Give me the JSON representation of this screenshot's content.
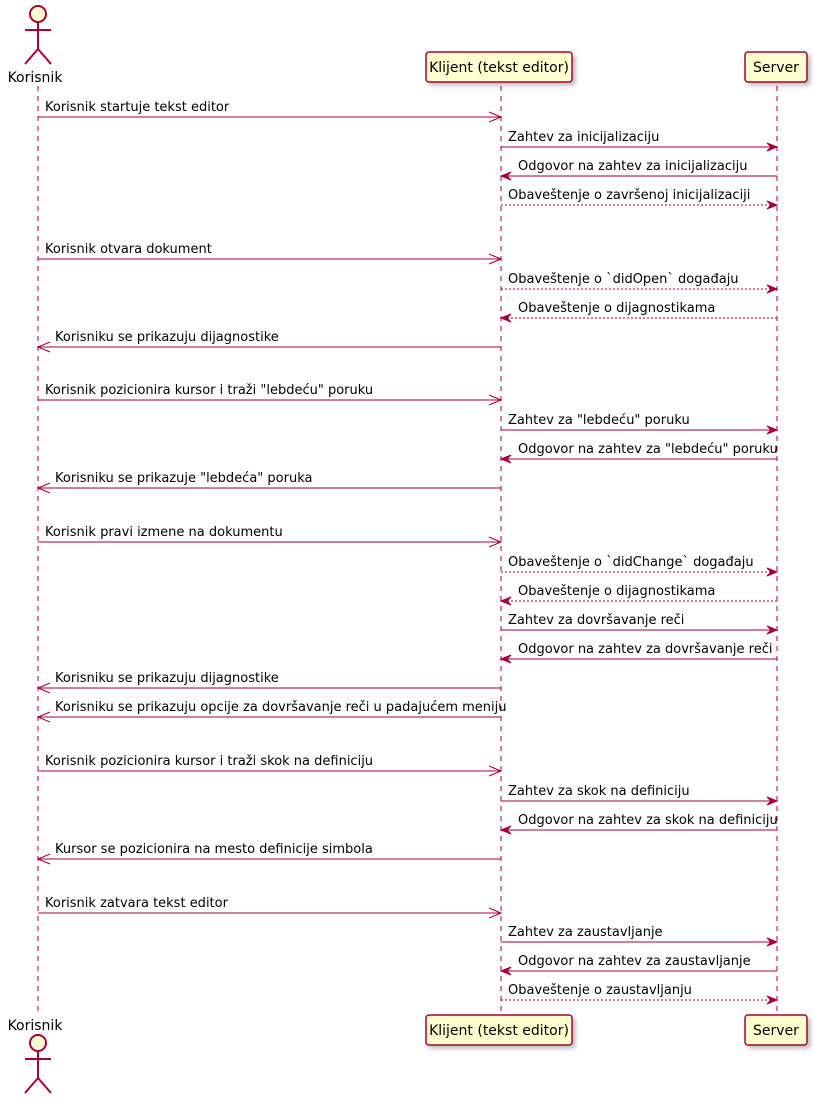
{
  "colors": {
    "line": "#A80036",
    "box_fill": "#FEFECE",
    "text": "#000000",
    "shadow": "#C8C8C8"
  },
  "participants": [
    {
      "id": "user",
      "name": "Korisnik",
      "type": "actor"
    },
    {
      "id": "client",
      "name": "Klijent (tekst editor)",
      "type": "participant"
    },
    {
      "id": "server",
      "name": "Server",
      "type": "participant"
    }
  ],
  "messages": [
    {
      "from": "user",
      "to": "client",
      "text": "Korisnik startuje tekst editor",
      "style": "open"
    },
    {
      "from": "client",
      "to": "server",
      "text": "Zahtev za inicijalizaciju",
      "style": "solid"
    },
    {
      "from": "server",
      "to": "client",
      "text": "Odgovor na zahtev za inicijalizaciju",
      "style": "solid"
    },
    {
      "from": "client",
      "to": "server",
      "text": "Obaveštenje o završenoj inicijalizaciji",
      "style": "dashed"
    },
    {
      "from": "user",
      "to": "client",
      "text": "Korisnik otvara dokument",
      "style": "open"
    },
    {
      "from": "client",
      "to": "server",
      "text": "Obaveštenje o `didOpen` događaju",
      "style": "dashed"
    },
    {
      "from": "server",
      "to": "client",
      "text": "Obaveštenje o dijagnostikama",
      "style": "dashed"
    },
    {
      "from": "client",
      "to": "user",
      "text": "Korisniku se prikazuju dijagnostike",
      "style": "open"
    },
    {
      "from": "user",
      "to": "client",
      "text": "Korisnik pozicionira kursor i traži \"lebdeću\" poruku",
      "style": "open"
    },
    {
      "from": "client",
      "to": "server",
      "text": "Zahtev za \"lebdeću\" poruku",
      "style": "solid"
    },
    {
      "from": "server",
      "to": "client",
      "text": "Odgovor na zahtev za \"lebdeću\" poruku",
      "style": "solid"
    },
    {
      "from": "client",
      "to": "user",
      "text": "Korisniku se prikazuje \"lebdeća\" poruka",
      "style": "open"
    },
    {
      "from": "user",
      "to": "client",
      "text": "Korisnik pravi izmene na dokumentu",
      "style": "open"
    },
    {
      "from": "client",
      "to": "server",
      "text": "Obaveštenje o `didChange` događaju",
      "style": "dashed"
    },
    {
      "from": "server",
      "to": "client",
      "text": "Obaveštenje o dijagnostikama",
      "style": "dashed"
    },
    {
      "from": "client",
      "to": "server",
      "text": "Zahtev za dovršavanje reči",
      "style": "solid"
    },
    {
      "from": "server",
      "to": "client",
      "text": "Odgovor na zahtev za dovršavanje reči",
      "style": "solid"
    },
    {
      "from": "client",
      "to": "user",
      "text": "Korisniku se prikazuju dijagnostike",
      "style": "open"
    },
    {
      "from": "client",
      "to": "user",
      "text": "Korisniku se prikazuju opcije za dovršavanje reči u padajućem meniju",
      "style": "open"
    },
    {
      "from": "user",
      "to": "client",
      "text": "Korisnik pozicionira kursor i traži skok na definiciju",
      "style": "open"
    },
    {
      "from": "client",
      "to": "server",
      "text": "Zahtev za skok na definiciju",
      "style": "solid"
    },
    {
      "from": "server",
      "to": "client",
      "text": "Odgovor na zahtev za skok na definiciju",
      "style": "solid"
    },
    {
      "from": "client",
      "to": "user",
      "text": "Kursor se pozicionira na mesto definicije simbola",
      "style": "open"
    },
    {
      "from": "user",
      "to": "client",
      "text": "Korisnik zatvara tekst editor",
      "style": "open"
    },
    {
      "from": "client",
      "to": "server",
      "text": "Zahtev za zaustavljanje",
      "style": "solid"
    },
    {
      "from": "server",
      "to": "client",
      "text": "Odgovor na zahtev za zaustavljanje",
      "style": "solid"
    },
    {
      "from": "client",
      "to": "server",
      "text": "Obaveštenje o zaustavljanju",
      "style": "dashed"
    }
  ]
}
